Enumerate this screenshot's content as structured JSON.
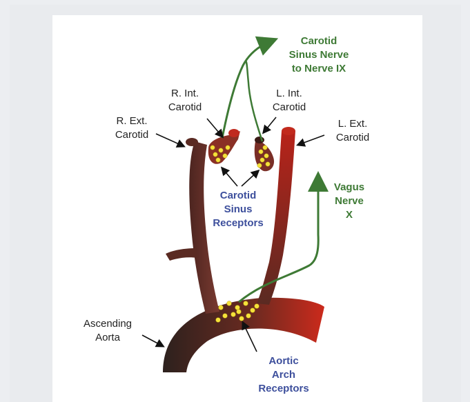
{
  "labels": {
    "carotid_sinus_nerve": "Carotid\nSinus Nerve\nto Nerve IX",
    "r_int_carotid": "R. Int.\nCarotid",
    "l_int_carotid": "L. Int.\nCarotid",
    "r_ext_carotid": "R. Ext.\nCarotid",
    "l_ext_carotid": "L. Ext.\nCarotid",
    "carotid_sinus_receptors": "Carotid\nSinus\nReceptors",
    "vagus_nerve": "Vagus\nNerve\nX",
    "ascending_aorta": "Ascending\nAorta",
    "aortic_arch_receptors": "Aortic\nArch\nReceptors"
  },
  "colors": {
    "nerve_green": "#3e7a35",
    "receptor_blue": "#3d4f9c",
    "vessel_dark": "#5a2a22",
    "vessel_red": "#b8231a",
    "receptor_yellow": "#f5e23a"
  }
}
